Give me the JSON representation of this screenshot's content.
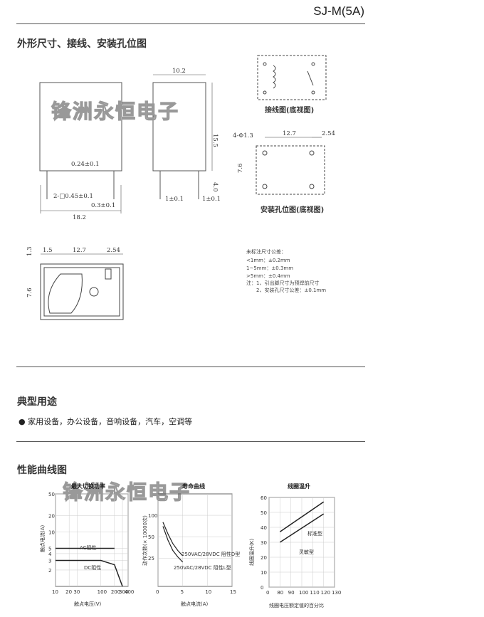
{
  "header": {
    "model": "SJ-M(5A)"
  },
  "sections": {
    "dims_title": "外形尺寸、接线、安装孔位图",
    "usage_title": "典型用途",
    "usage_text": "家用设备，办公设备，音响设备，汽车，空调等",
    "curves_title": "性能曲线图"
  },
  "watermark": "锋洲永恒电子",
  "captions": {
    "wiring": "接线图(底视图)",
    "mount": "安装孔位图(底视图)"
  },
  "dims": {
    "front": [
      "0.24±0.1",
      "2-□0.45±0.1",
      "0.3±0.1",
      "18.2"
    ],
    "side": [
      "10.2",
      "15.5",
      "4.0",
      "1±0.1",
      "1±0.1"
    ],
    "mount": [
      "4-Φ1.3",
      "12.7",
      "2.54",
      "7.6"
    ],
    "bottom": [
      "1.5",
      "12.7",
      "2.54",
      "1.3",
      "7.6"
    ]
  },
  "notes": {
    "lines": [
      "未标注尺寸公差：",
      "<1mm：±0.2mm",
      "1~5mm：±0.3mm",
      ">5mm：±0.4mm",
      "注：1、引出脚尺寸为预焊前尺寸",
      "2、安装孔尺寸公差：±0.1mm"
    ]
  },
  "chart_data": [
    {
      "type": "line",
      "title": "最大切换功率",
      "xlabel": "触点电压(V)",
      "ylabel": "触点电流(A)",
      "x_ticks": [
        "10",
        "20",
        "30",
        "100",
        "200",
        "300",
        "400"
      ],
      "y_ticks": [
        "50",
        "20",
        "10",
        "5",
        "4",
        "3",
        "2"
      ],
      "series": [
        {
          "name": "AC阻性",
          "x": [
            10,
            200
          ],
          "y": [
            5,
            5
          ]
        },
        {
          "name": "DC阻性",
          "x": [
            10,
            30,
            100,
            200,
            300
          ],
          "y": [
            3,
            3,
            3,
            2.5,
            1
          ]
        }
      ]
    },
    {
      "type": "line",
      "title": "寿命曲线",
      "xlabel": "触点电流(A)",
      "ylabel": "动作次数(× 10000次)",
      "x_ticks": [
        "0",
        "5",
        "10",
        "15"
      ],
      "y_ticks": [
        "100",
        "50",
        "25"
      ],
      "series": [
        {
          "name": "250VAC/28VDC 阻性D型",
          "x": [
            1,
            2,
            3,
            4,
            5
          ],
          "y": [
            80,
            55,
            40,
            32,
            27
          ]
        },
        {
          "name": "250VAC/28VDC 阻性L型",
          "x": [
            1,
            2,
            3,
            4,
            5
          ],
          "y": [
            70,
            45,
            32,
            26,
            22
          ]
        }
      ]
    },
    {
      "type": "line",
      "title": "线圈温升",
      "xlabel": "线圈电压额定值的百分比",
      "ylabel": "线圈温升(K)",
      "x_ticks": [
        "0",
        "80",
        "90",
        "100",
        "110",
        "120",
        "130"
      ],
      "y_ticks": [
        "60",
        "50",
        "40",
        "30",
        "20",
        "10",
        "0"
      ],
      "series": [
        {
          "name": "标准型",
          "x": [
            80,
            120
          ],
          "y": [
            37,
            57
          ]
        },
        {
          "name": "灵敏型",
          "x": [
            80,
            120
          ],
          "y": [
            30,
            49
          ]
        }
      ]
    }
  ]
}
